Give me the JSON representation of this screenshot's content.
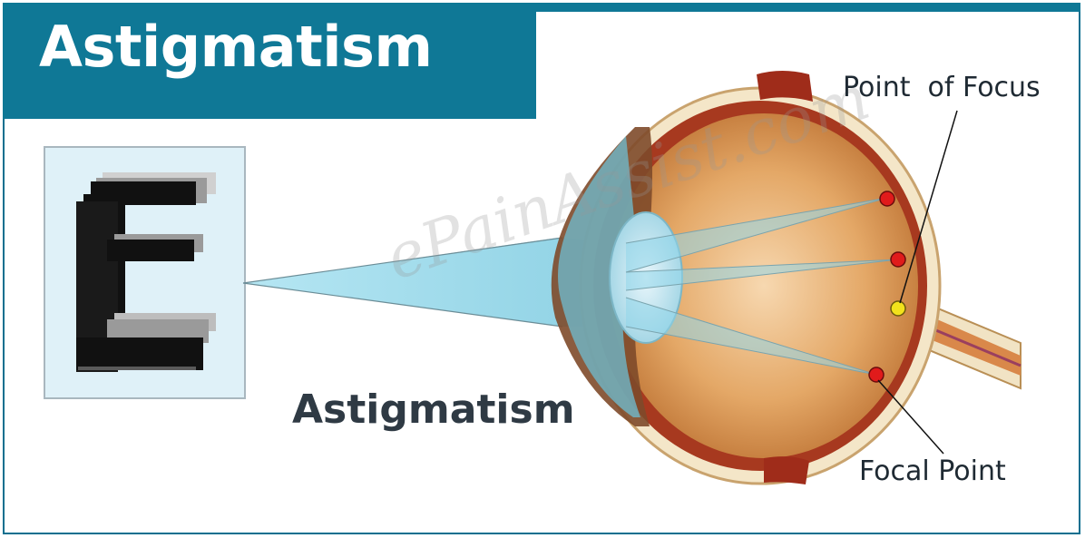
{
  "header": {
    "title": "Astigmatism"
  },
  "diagram": {
    "caption": "Astigmatism",
    "labels": {
      "point_of_focus": "Point  of Focus",
      "focal_point": "Focal Point"
    },
    "watermark": "ePainAssist.com",
    "chart_letter": "E",
    "colors": {
      "banner": "#0f7896",
      "light_beam": "#8fd6ea",
      "focal_dots": "#e01b1b",
      "focus_dot": "#f2e21c",
      "eye_body": "#d89a5a"
    }
  }
}
